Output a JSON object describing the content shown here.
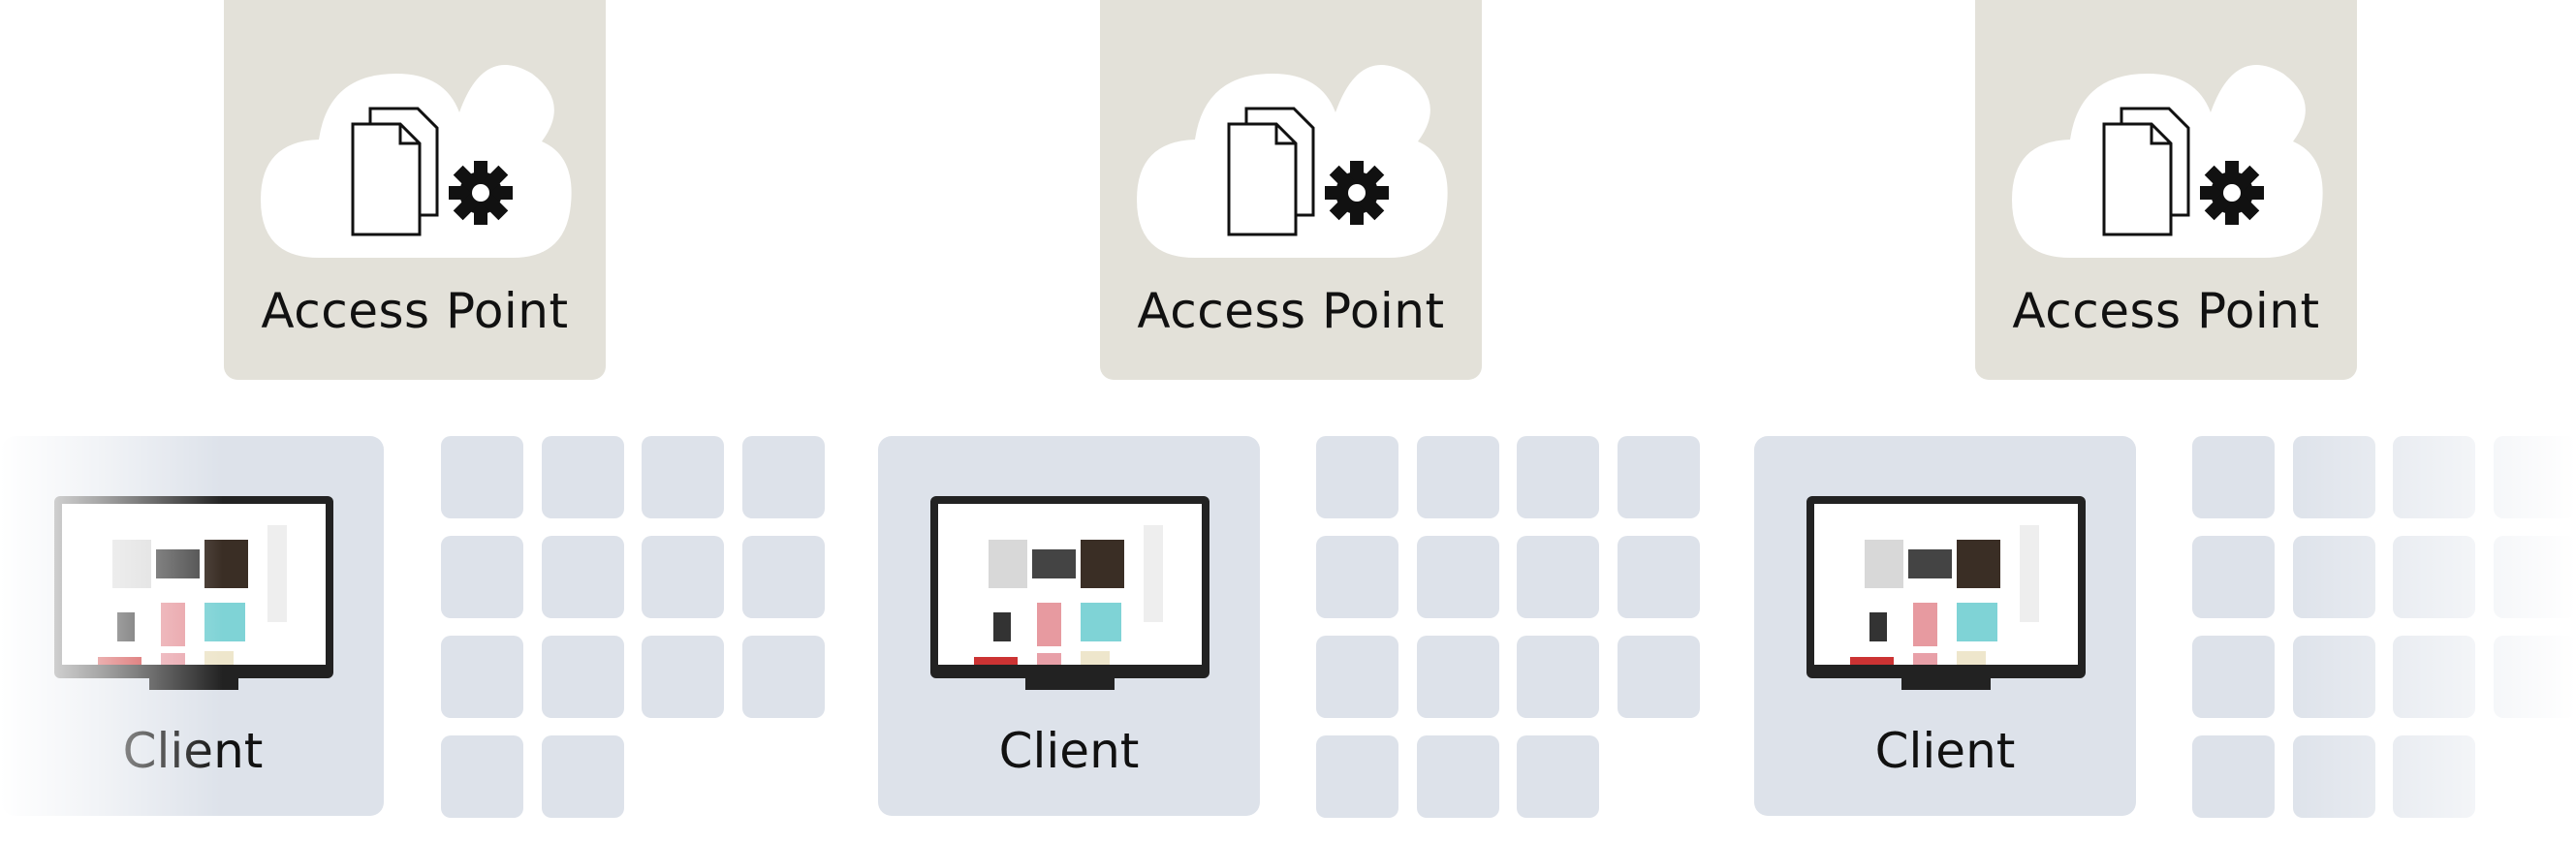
{
  "access_points": [
    {
      "label": "Access Point",
      "icons": [
        "cloud-icon",
        "documents-icon",
        "gear-icon"
      ]
    },
    {
      "label": "Access Point",
      "icons": [
        "cloud-icon",
        "documents-icon",
        "gear-icon"
      ]
    },
    {
      "label": "Access Point",
      "icons": [
        "cloud-icon",
        "documents-icon",
        "gear-icon"
      ]
    }
  ],
  "clients": [
    {
      "label": "Client",
      "icon": "monitor-icon"
    },
    {
      "label": "Client",
      "icon": "monitor-icon"
    },
    {
      "label": "Client",
      "icon": "monitor-icon"
    }
  ],
  "colors": {
    "access_point_bg": "#e3e1d9",
    "client_bg": "#dde2ea",
    "tile_bg": "#dde2ea",
    "monitor_frame": "#222222"
  }
}
